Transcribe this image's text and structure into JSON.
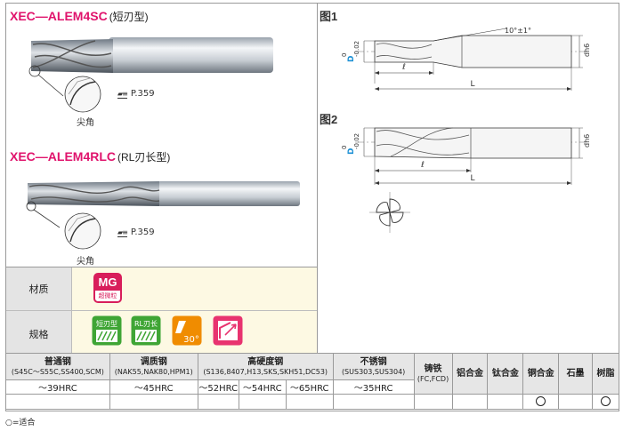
{
  "products": [
    {
      "code": "XEC—ALEM4SC",
      "type": "(短刃型)",
      "page_ref": "P.359",
      "corner_label": "尖角"
    },
    {
      "code": "XEC—ALEM4RLC",
      "type": "(RL刃长型)",
      "page_ref": "P.359",
      "corner_label": "尖角"
    }
  ],
  "figures": [
    {
      "label": "图1",
      "angle": "10°±1°",
      "dim_d": "D",
      "tol_d": "0\n-0.02",
      "dim_dh6": "dh6",
      "dim_l": "ℓ",
      "dim_L": "L"
    },
    {
      "label": "图2",
      "dim_d": "D",
      "tol_d": "0\n-0.02",
      "dim_dh6": "dh6",
      "dim_l": "ℓ",
      "dim_L": "L"
    }
  ],
  "attributes": {
    "material_label": "材质",
    "material_badge": {
      "main": "MG",
      "sub": "超微粒"
    },
    "spec_label": "规格",
    "spec_badges": [
      "短刃型",
      "RL刃长",
      "30°",
      "corner-icon"
    ]
  },
  "table": {
    "headers": [
      {
        "name": "普通钢",
        "sub": "(S45C～S55C,SS400,SCM)"
      },
      {
        "name": "调质钢",
        "sub": "(NAK55,NAK80,HPM1)"
      },
      {
        "name": "高硬度钢",
        "sub": "(S136,8407,H13,SKS,SKH51,DC53)"
      },
      {
        "name": "不锈钢",
        "sub": "(SUS303,SUS304)"
      },
      {
        "name": "铸铁",
        "sub": "(FC,FCD)"
      },
      {
        "name": "铝合金",
        "sub": ""
      },
      {
        "name": "钛合金",
        "sub": ""
      },
      {
        "name": "铜合金",
        "sub": ""
      },
      {
        "name": "石墨",
        "sub": ""
      },
      {
        "name": "树脂",
        "sub": ""
      }
    ],
    "hrc": [
      "～39HRC",
      "～45HRC",
      "～52HRC",
      "～54HRC",
      "～65HRC",
      "～35HRC"
    ],
    "fit": [
      "",
      "",
      "",
      "",
      "",
      "",
      "",
      "",
      "",
      "",
      "",
      "",
      "○",
      "",
      "○"
    ]
  },
  "legend": "○=适合",
  "colors": {
    "accent": "#e0136c",
    "label_bg": "#e4e4e4",
    "value_bg": "#fdf9e3",
    "badge_green": "#3fa535",
    "badge_orange": "#f08c00",
    "badge_pink": "#e8336f"
  }
}
